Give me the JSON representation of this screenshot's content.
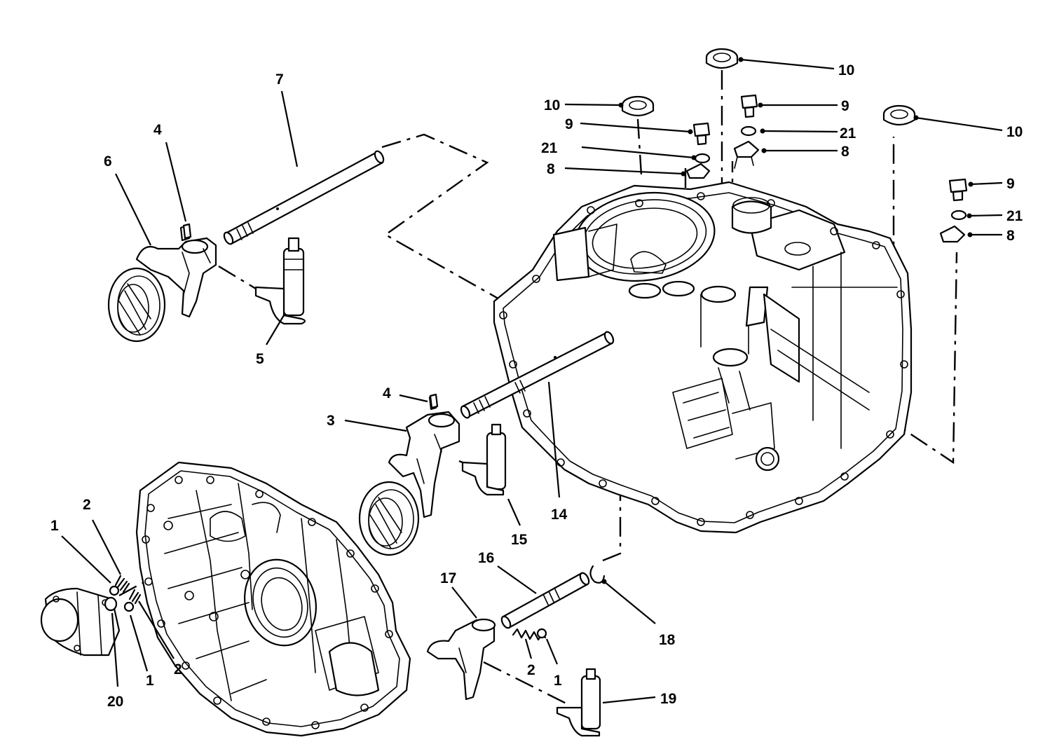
{
  "callouts": [
    {
      "id": "c1a",
      "text": "1"
    },
    {
      "id": "c1b",
      "text": "1"
    },
    {
      "id": "c1c",
      "text": "1"
    },
    {
      "id": "c2a",
      "text": "2"
    },
    {
      "id": "c2b",
      "text": "2"
    },
    {
      "id": "c2c",
      "text": "2"
    },
    {
      "id": "c3",
      "text": "3"
    },
    {
      "id": "c4a",
      "text": "4"
    },
    {
      "id": "c4b",
      "text": "4"
    },
    {
      "id": "c5",
      "text": "5"
    },
    {
      "id": "c6",
      "text": "6"
    },
    {
      "id": "c7",
      "text": "7"
    },
    {
      "id": "c8a",
      "text": "8"
    },
    {
      "id": "c8b",
      "text": "8"
    },
    {
      "id": "c8c",
      "text": "8"
    },
    {
      "id": "c9a",
      "text": "9"
    },
    {
      "id": "c9b",
      "text": "9"
    },
    {
      "id": "c9c",
      "text": "9"
    },
    {
      "id": "c10a",
      "text": "10"
    },
    {
      "id": "c10b",
      "text": "10"
    },
    {
      "id": "c10c",
      "text": "10"
    },
    {
      "id": "c14",
      "text": "14"
    },
    {
      "id": "c15",
      "text": "15"
    },
    {
      "id": "c16",
      "text": "16"
    },
    {
      "id": "c17",
      "text": "17"
    },
    {
      "id": "c18",
      "text": "18"
    },
    {
      "id": "c19",
      "text": "19"
    },
    {
      "id": "c20",
      "text": "20"
    },
    {
      "id": "c21a",
      "text": "21"
    },
    {
      "id": "c21b",
      "text": "21"
    },
    {
      "id": "c21c",
      "text": "21"
    }
  ]
}
